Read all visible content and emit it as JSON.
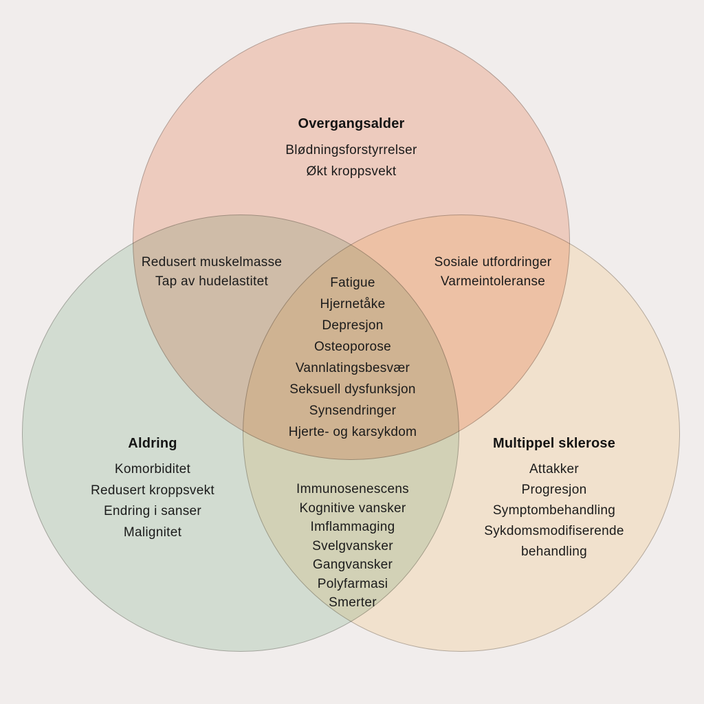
{
  "diagram": {
    "type": "venn",
    "background_color": "#f1edec",
    "text_color": "#1b1b1b",
    "circles": {
      "overgangsalder": {
        "label": "Overgangsalder",
        "fill": "#fbdbce",
        "observed_color": "#eecbbf",
        "items": [
          "Blødningsforstyrrelser",
          "Økt kroppsvekt"
        ]
      },
      "aldring": {
        "label": "Aldring",
        "fill": "#dfede2",
        "observed_color": "#d3ddd1",
        "items": [
          "Komorbiditet",
          "Redusert kroppsvekt",
          "Endring i sanser",
          "Malignitet"
        ]
      },
      "multippel_sklerose": {
        "label": "Multippel sklerose",
        "fill": "#fff3de",
        "observed_color": "#f2e2cd",
        "items": [
          "Attakker",
          "Progresjon",
          "Symptombehandling",
          "Sykdomsmodifiserende behandling"
        ]
      }
    },
    "intersections": {
      "overgangsalder_aldring": {
        "observed_color": "#cfc8b4",
        "items": [
          "Redusert muskelmasse",
          "Tap av hudelastitet"
        ]
      },
      "overgangsalder_ms": {
        "observed_color": "#f4c9ab",
        "items": [
          "Sosiale utfordringer",
          "Varmeintoleranse"
        ]
      },
      "aldring_ms": {
        "observed_color": "#d5d5bd",
        "items": [
          "Immunosenescens",
          "Kognitive vansker",
          "Imflammaging",
          "Svelgvansker",
          "Gangvansker",
          "Polyfarmasi",
          "Smerter"
        ]
      },
      "center": {
        "observed_color": "#ccbf9f",
        "items": [
          "Fatigue",
          "Hjernetåke",
          "Depresjon",
          "Osteoporose",
          "Vannlatingsbesvær",
          "Seksuell dysfunksjon",
          "Synsendringer",
          "Hjerte- og karsykdom"
        ]
      }
    }
  }
}
